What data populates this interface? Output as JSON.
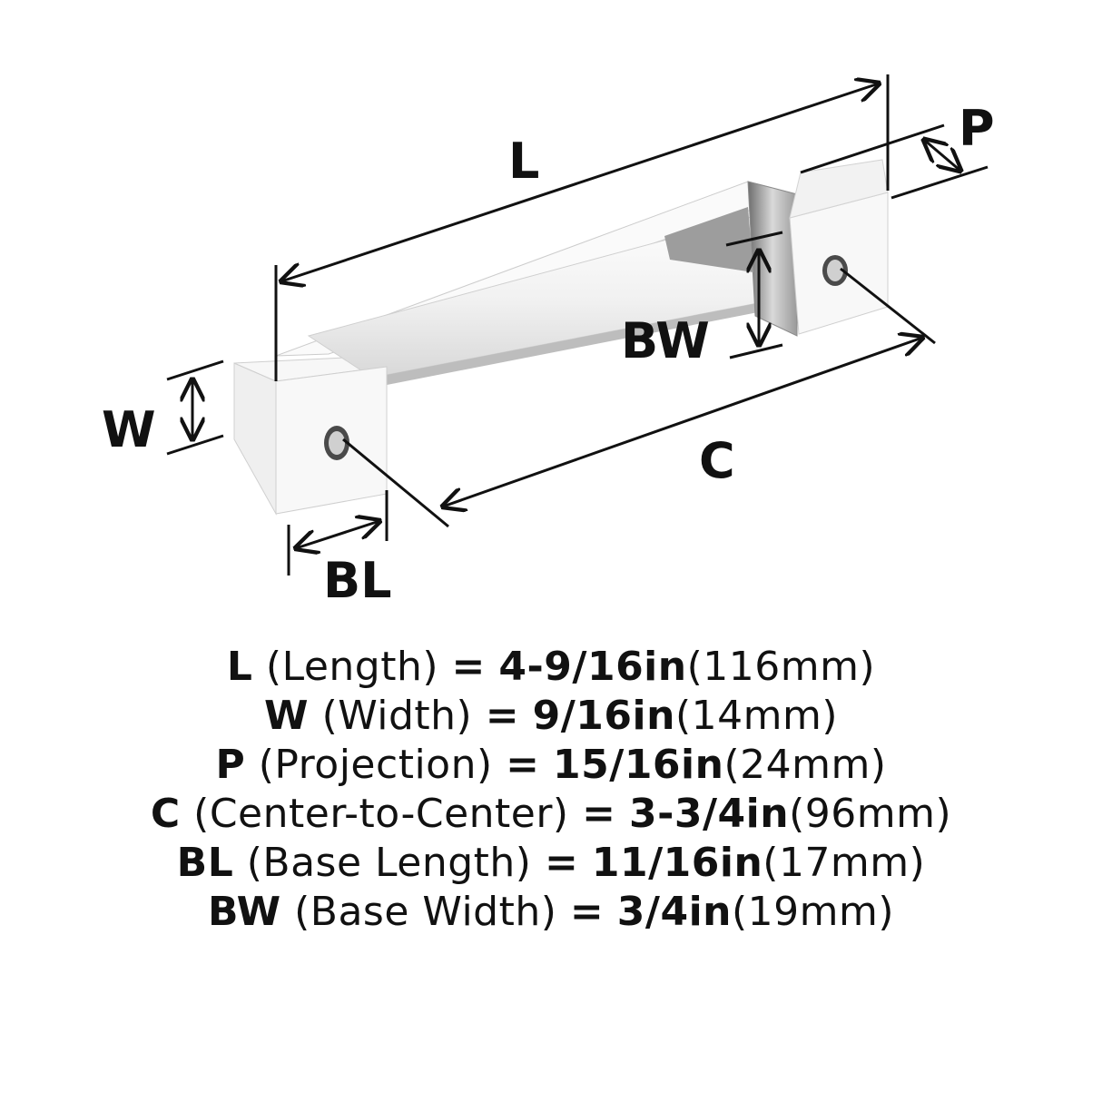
{
  "labels": {
    "L": "L",
    "P": "P",
    "W": "W",
    "BW": "BW",
    "C": "C",
    "BL": "BL"
  },
  "specs": [
    {
      "key": "L",
      "desc": "(Length)",
      "eq": "=",
      "imperial": "4-9/16in",
      "metric": "(116mm)"
    },
    {
      "key": "W",
      "desc": "(Width)",
      "eq": "=",
      "imperial": "9/16in",
      "metric": "(14mm)"
    },
    {
      "key": "P",
      "desc": "(Projection)",
      "eq": "=",
      "imperial": "15/16in",
      "metric": "(24mm)"
    },
    {
      "key": "C",
      "desc": "(Center-to-Center)",
      "eq": "=",
      "imperial": "3-3/4in",
      "metric": "(96mm)"
    },
    {
      "key": "BL",
      "desc": "(Base Length)",
      "eq": "=",
      "imperial": "11/16in",
      "metric": "(17mm)"
    },
    {
      "key": "BW",
      "desc": "(Base Width)",
      "eq": "=",
      "imperial": "3/4in",
      "metric": "(19mm)"
    }
  ],
  "colors": {
    "line": "#111111",
    "metal_light": "#f4f4f4",
    "metal_mid": "#dcdcdc",
    "metal_dark": "#9a9a9a"
  }
}
